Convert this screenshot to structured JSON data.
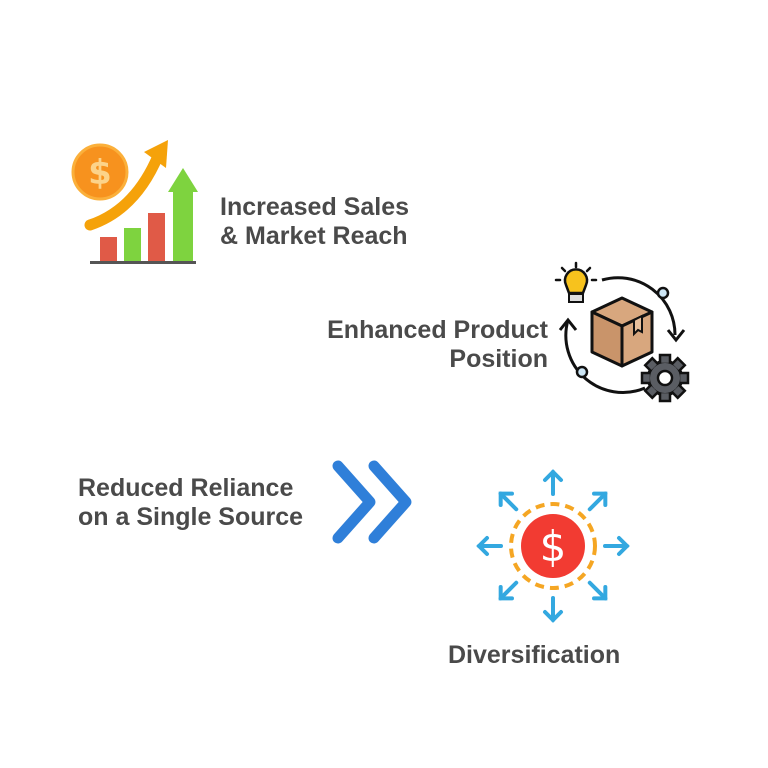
{
  "items": [
    {
      "lines": [
        "Increased Sales",
        "& Market Reach"
      ],
      "icon": "sales-growth-chart-icon"
    },
    {
      "lines": [
        "Enhanced Product",
        "Position"
      ],
      "icon": "product-cycle-icon"
    },
    {
      "lines": [
        "Reduced Reliance",
        "on a Single Source"
      ],
      "icon": "double-chevron-right-icon"
    },
    {
      "lines": [
        "Diversification"
      ],
      "icon": "dollar-spread-icon"
    }
  ],
  "colors": {
    "text": "#4a4a4a",
    "orange": "#f5a20a",
    "green": "#7ed33f",
    "red": "#e05a47",
    "blue": "#2f7fd9",
    "lightblue": "#33a8e0",
    "coin": "#f7921e",
    "dollar_red": "#f23b32"
  },
  "symbols": {
    "dollar": "$"
  }
}
